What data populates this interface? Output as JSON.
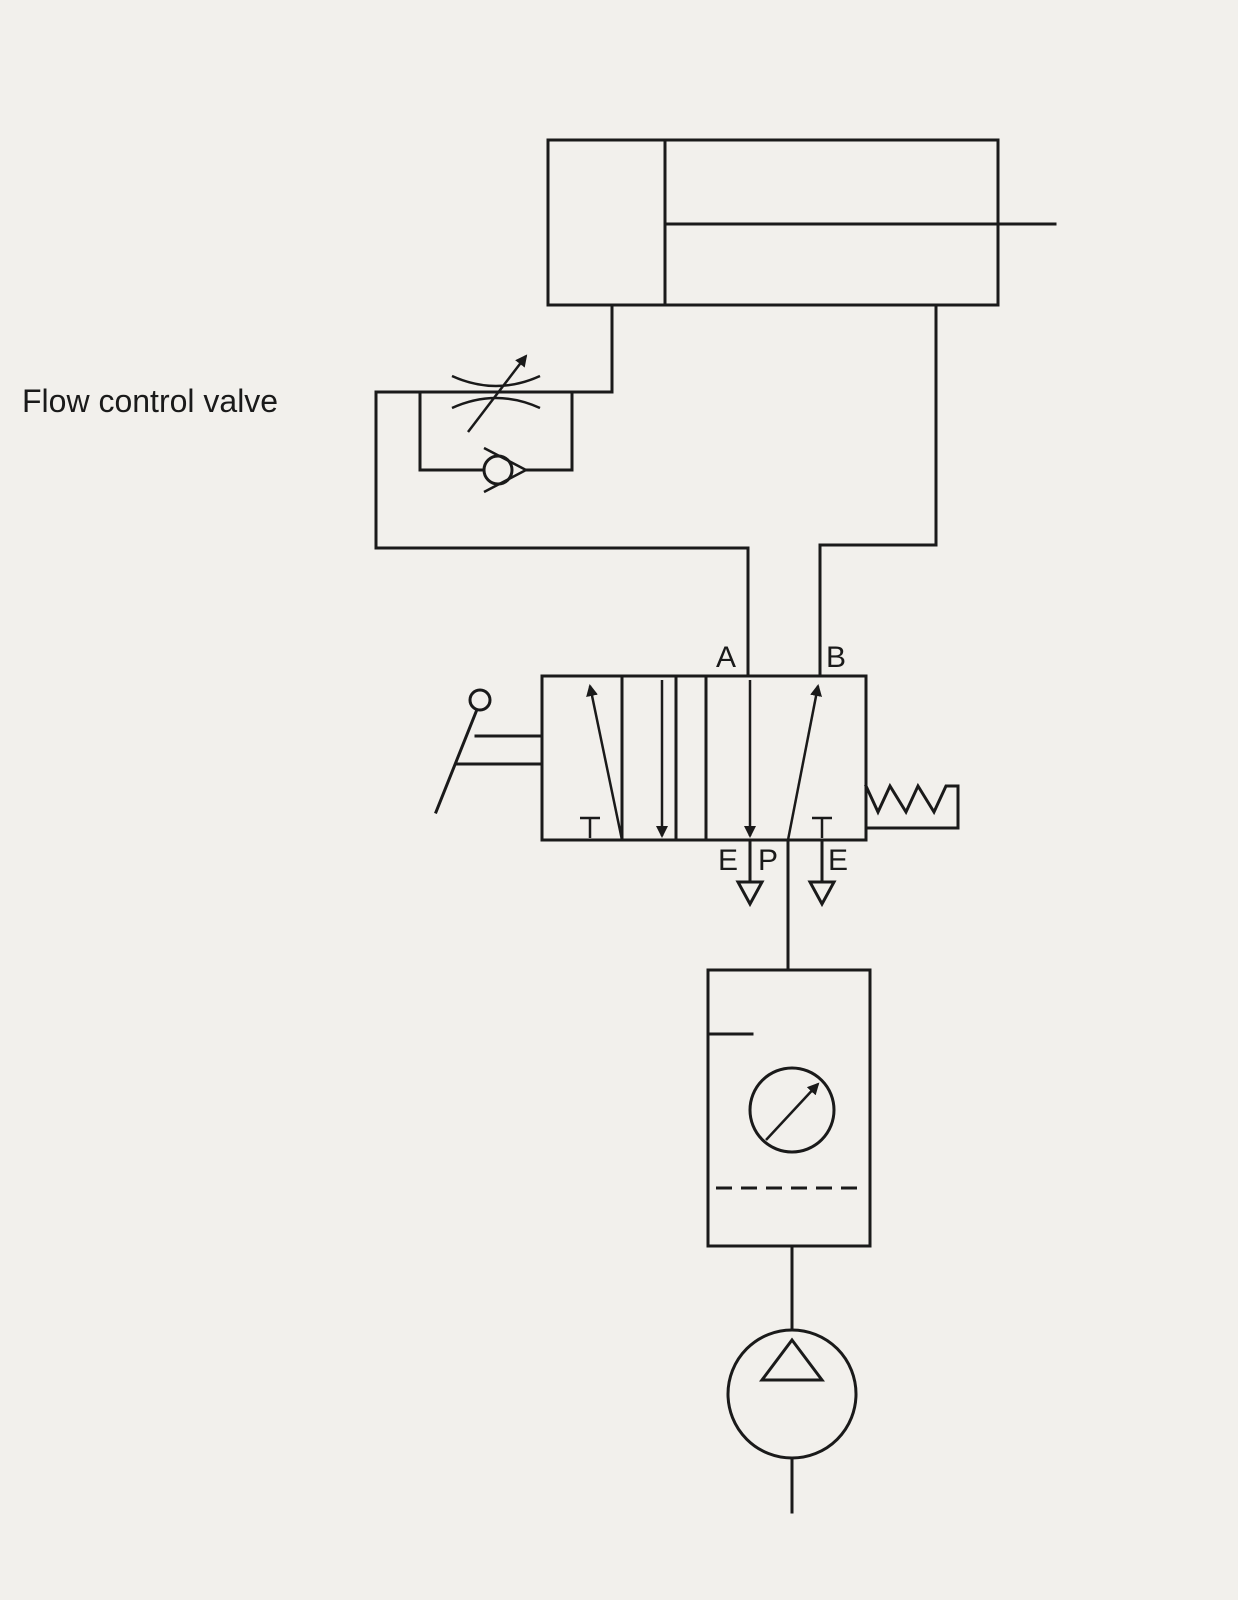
{
  "labels": {
    "flow_control_valve": "Flow control valve",
    "port_a": "A",
    "port_b": "B",
    "port_e_left": "E",
    "port_p": "P",
    "port_e_right": "E"
  },
  "colors": {
    "background": "#f2f0ec",
    "ink": "#1a1a1a"
  }
}
